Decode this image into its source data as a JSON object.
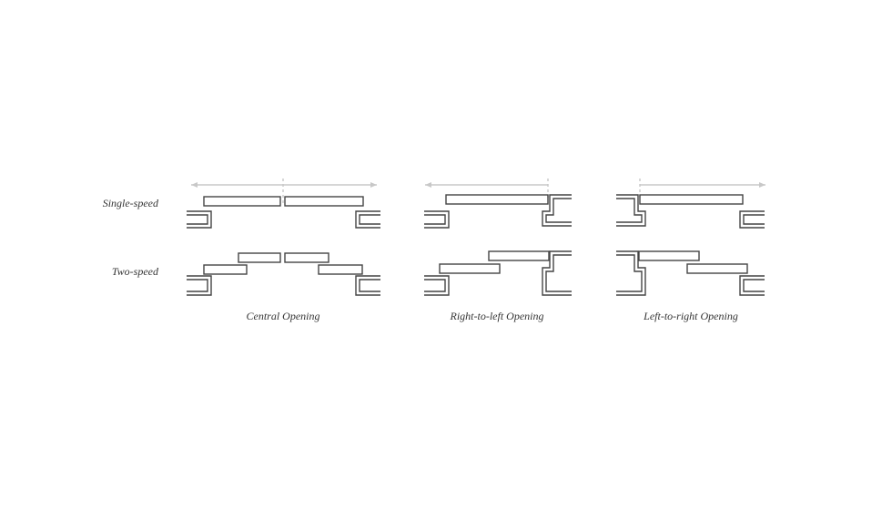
{
  "rows": [
    {
      "label": "Single-speed"
    },
    {
      "label": "Two-speed"
    }
  ],
  "columns": [
    {
      "label": "Central Opening"
    },
    {
      "label": "Right-to-left Opening"
    },
    {
      "label": "Left-to-right Opening"
    }
  ],
  "colors": {
    "panel_stroke": "#444444",
    "arrow": "#c8c8c8",
    "text": "#333333"
  }
}
